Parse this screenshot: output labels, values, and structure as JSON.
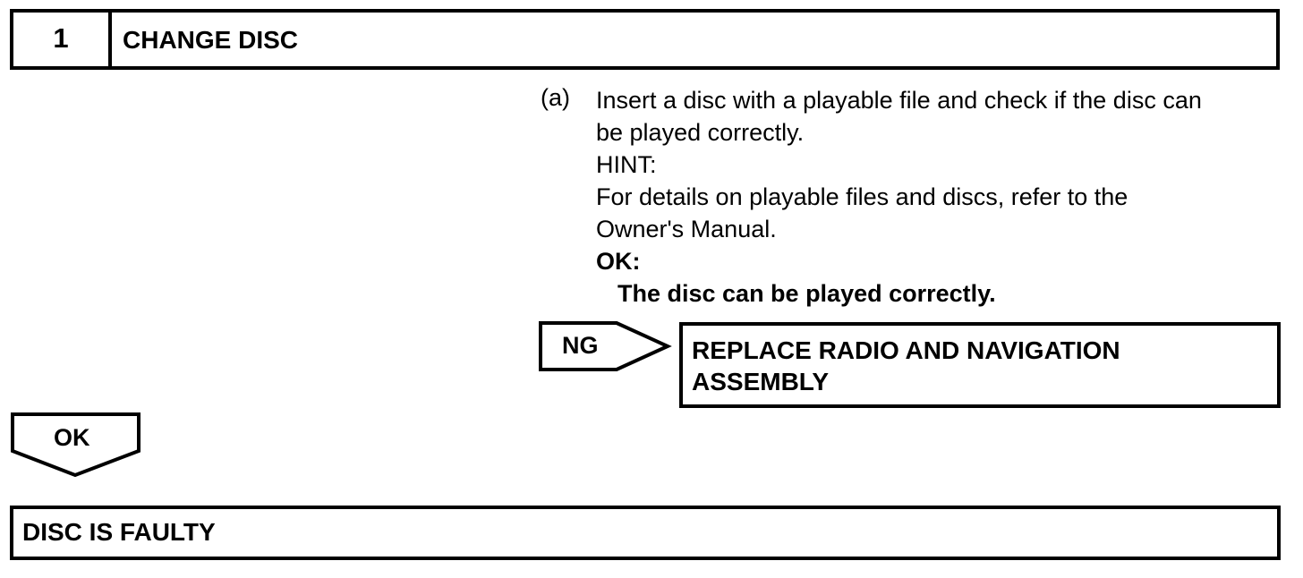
{
  "step": {
    "number": "1",
    "title": "CHANGE DISC"
  },
  "instruction": {
    "label": "(a)",
    "lines": [
      "Insert a disc with a playable file and check if the disc can",
      "be played correctly."
    ],
    "hint_label": "HINT:",
    "hint_lines": [
      "For details on playable files and discs, refer to the",
      "Owner's Manual."
    ],
    "ok_label": "OK:",
    "ok_result": "The disc can be played correctly."
  },
  "ng_branch": {
    "label": "NG",
    "action_lines": [
      "REPLACE RADIO AND NAVIGATION",
      "ASSEMBLY"
    ]
  },
  "ok_branch": {
    "label": "OK"
  },
  "result": {
    "text": "DISC IS FAULTY"
  }
}
